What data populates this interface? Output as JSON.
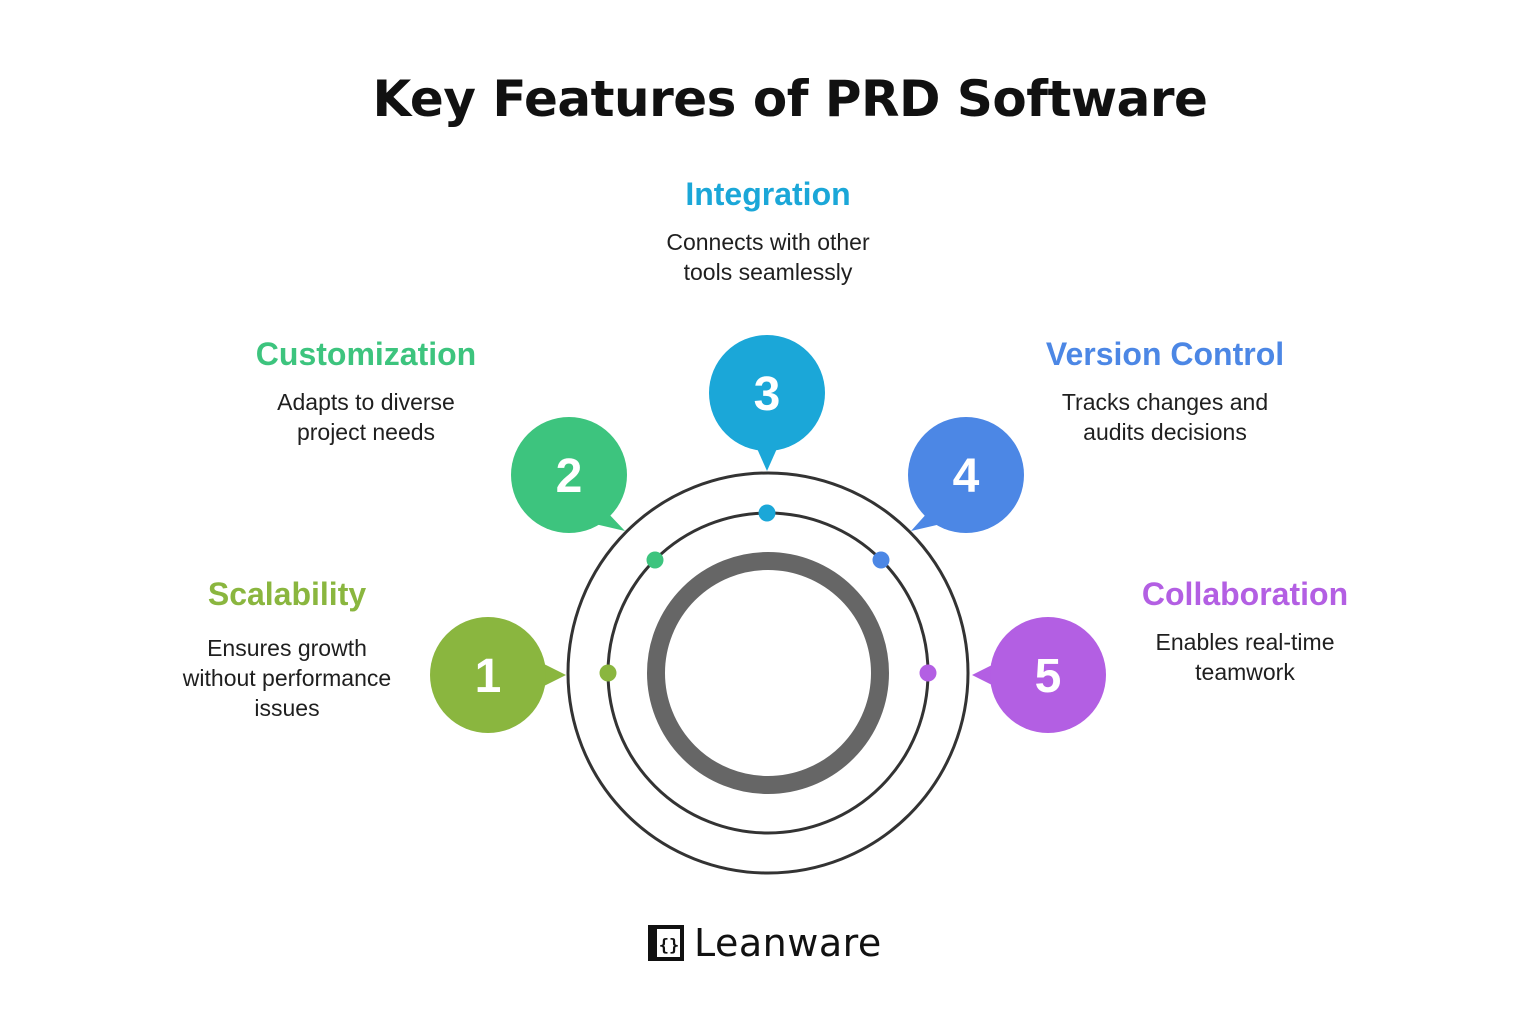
{
  "title": "Key Features of PRD Software",
  "colors": {
    "ring_inner": "#666666",
    "ring_line": "#333333"
  },
  "features": [
    {
      "number": "1",
      "title": "Scalability",
      "description": [
        "Ensures growth",
        "without performance",
        "issues"
      ],
      "color": "#8ab63f"
    },
    {
      "number": "2",
      "title": "Customization",
      "description": [
        "Adapts to diverse",
        "project needs"
      ],
      "color": "#3dc47e"
    },
    {
      "number": "3",
      "title": "Integration",
      "description": [
        "Connects with other",
        "tools seamlessly"
      ],
      "color": "#1ba7d8"
    },
    {
      "number": "4",
      "title": "Version Control",
      "description": [
        "Tracks changes and",
        "audits decisions"
      ],
      "color": "#4c87e5"
    },
    {
      "number": "5",
      "title": "Collaboration",
      "description": [
        "Enables real-time",
        "teamwork"
      ],
      "color": "#b35fe3"
    }
  ],
  "brand": {
    "name": "Leanware",
    "logo_icon": "braces-in-box-icon"
  }
}
